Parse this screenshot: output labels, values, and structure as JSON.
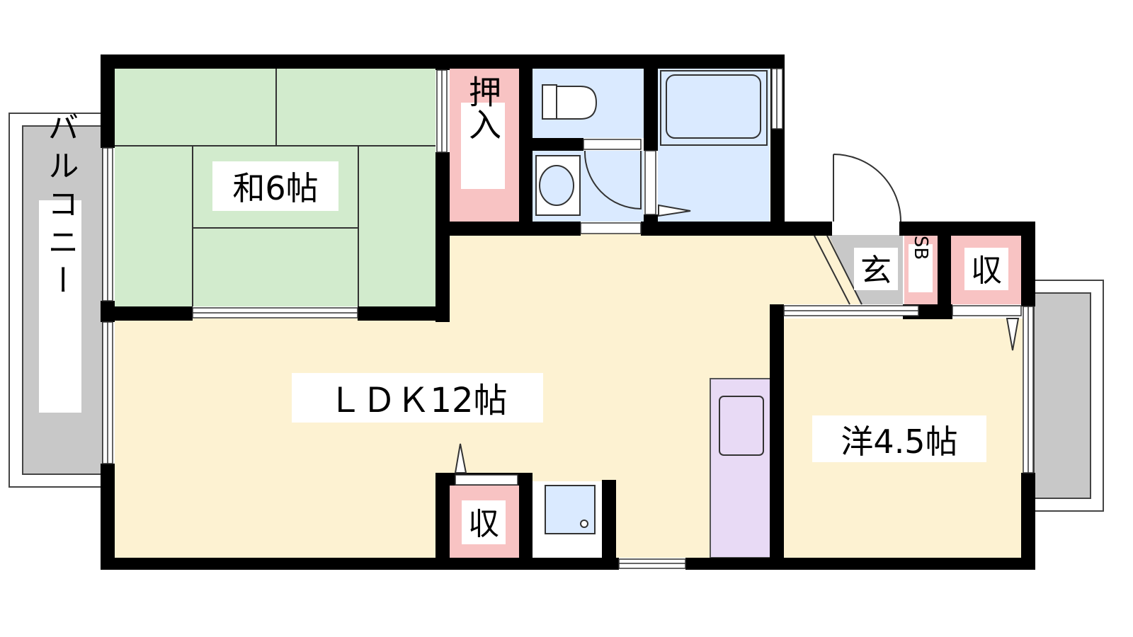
{
  "floor_plan": {
    "rooms": {
      "japanese_room": {
        "label": "和6帖",
        "color": "#d2ebcd"
      },
      "ldk": {
        "label": "ＬＤＫ12帖",
        "color": "#fdf2d2"
      },
      "western_room": {
        "label": "洋4.5帖",
        "color": "#fdf2d2"
      },
      "oshiire": {
        "label": "押入",
        "color": "#f8c3c3"
      },
      "entrance": {
        "label": "玄",
        "color": "#c8c8c8"
      },
      "shoebox": {
        "label": "SB",
        "color": "#f8c3c3"
      },
      "storage_entrance": {
        "label": "収",
        "color": "#f8c3c3"
      },
      "storage_ldk": {
        "label": "収",
        "color": "#f8c3c3"
      },
      "balcony_left": {
        "label": "バルコニー",
        "color": "#c8c8c8"
      },
      "balcony_right": {
        "color": "#c8c8c8"
      },
      "toilet": {
        "color": "#daeaff"
      },
      "washroom": {
        "color": "#daeaff"
      },
      "bathroom": {
        "color": "#daeaff"
      },
      "kitchen": {
        "color": "#e8daf5"
      }
    },
    "wall_color": "#000000"
  }
}
